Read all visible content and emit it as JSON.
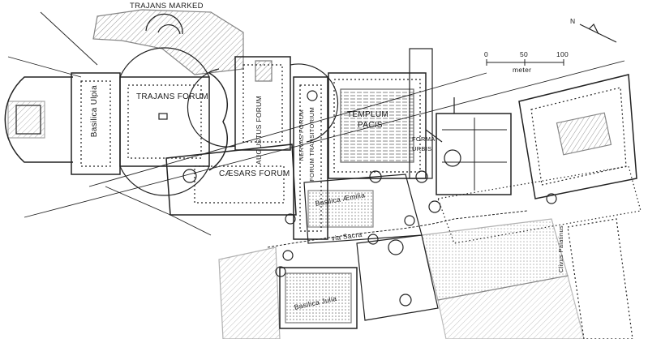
{
  "map": {
    "labels": {
      "trajans_marked": "TRAJANS MARKED",
      "trajans_forum": "TRAJANS FORUM",
      "basilica_ulpia": "Basilica Ulpia",
      "augustus_forum": "AUGUSTUS FORUM",
      "caesars_forum": "CÆSARS FORUM",
      "nervas_forum": "NERVAS FORUM",
      "forum_transitorium": "FORUM TRANSITORIUM",
      "templum": "TEMPLUM",
      "pacis": "PACIS",
      "forma": "FORMA",
      "urbis": "URBIS",
      "basilica_aemilia": "Basilica Æmilia",
      "via_sacra": "via Sacra",
      "basilica_julia": "Basilica Julia",
      "clivus_palatinus": "Clivus Palatinus"
    },
    "scale": {
      "ticks": [
        "0",
        "50",
        "100"
      ],
      "unit": "meter"
    },
    "north_arrow": "N"
  }
}
